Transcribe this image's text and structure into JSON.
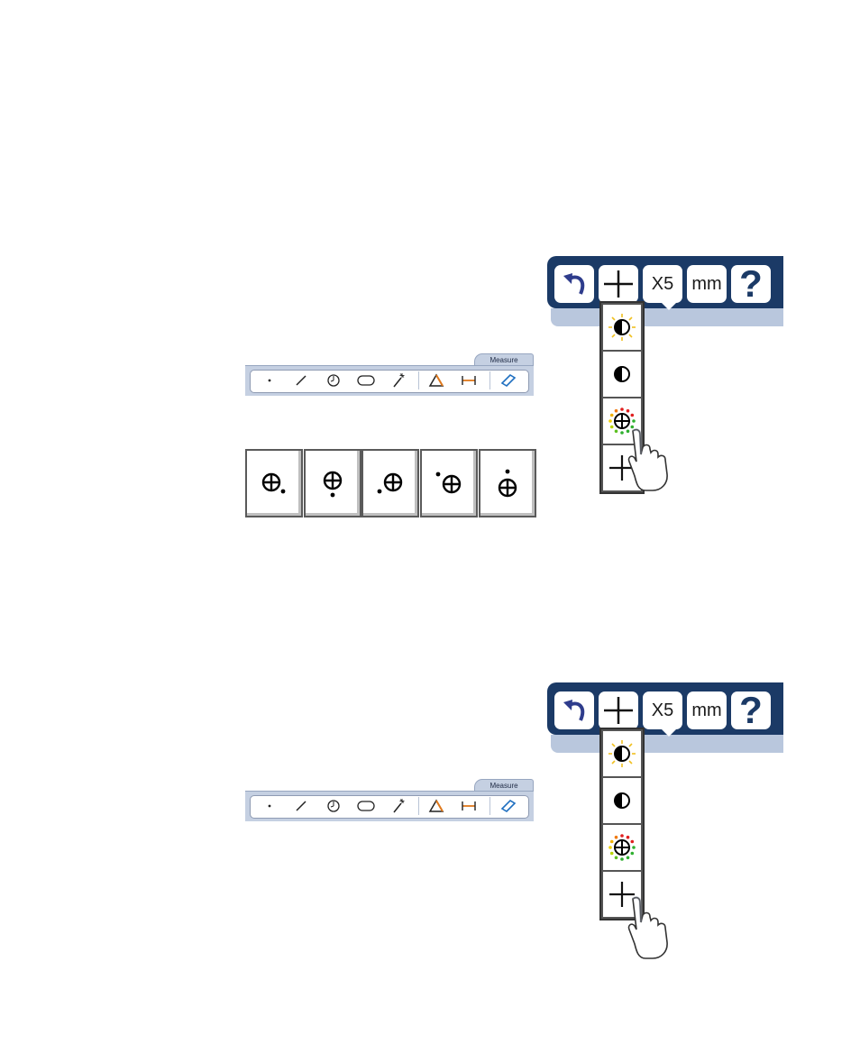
{
  "toolbar": {
    "tab_label": "Measure",
    "tools": [
      "point-tool",
      "line-tool",
      "circle-tool",
      "slot-tool",
      "magic-wand-tool",
      "distance-triangle-tool",
      "width-tool",
      "probe-tool"
    ]
  },
  "topbar": {
    "magnification_label": "X5",
    "units_label": "mm",
    "help_label": "?"
  },
  "dropdown_items": [
    "brightness-contrast-auto",
    "contrast",
    "crosshair-edge-detect",
    "crosshair"
  ],
  "crosshair_options": [
    "bottom-right",
    "bottom",
    "bottom-left",
    "top-left",
    "top"
  ],
  "colors": {
    "navy": "#1b3a66",
    "light_blue": "#b9c7dd",
    "toolbar_blue": "#c5d0e2",
    "orange": "#e0791c",
    "probe_blue": "#1f6fc0"
  }
}
